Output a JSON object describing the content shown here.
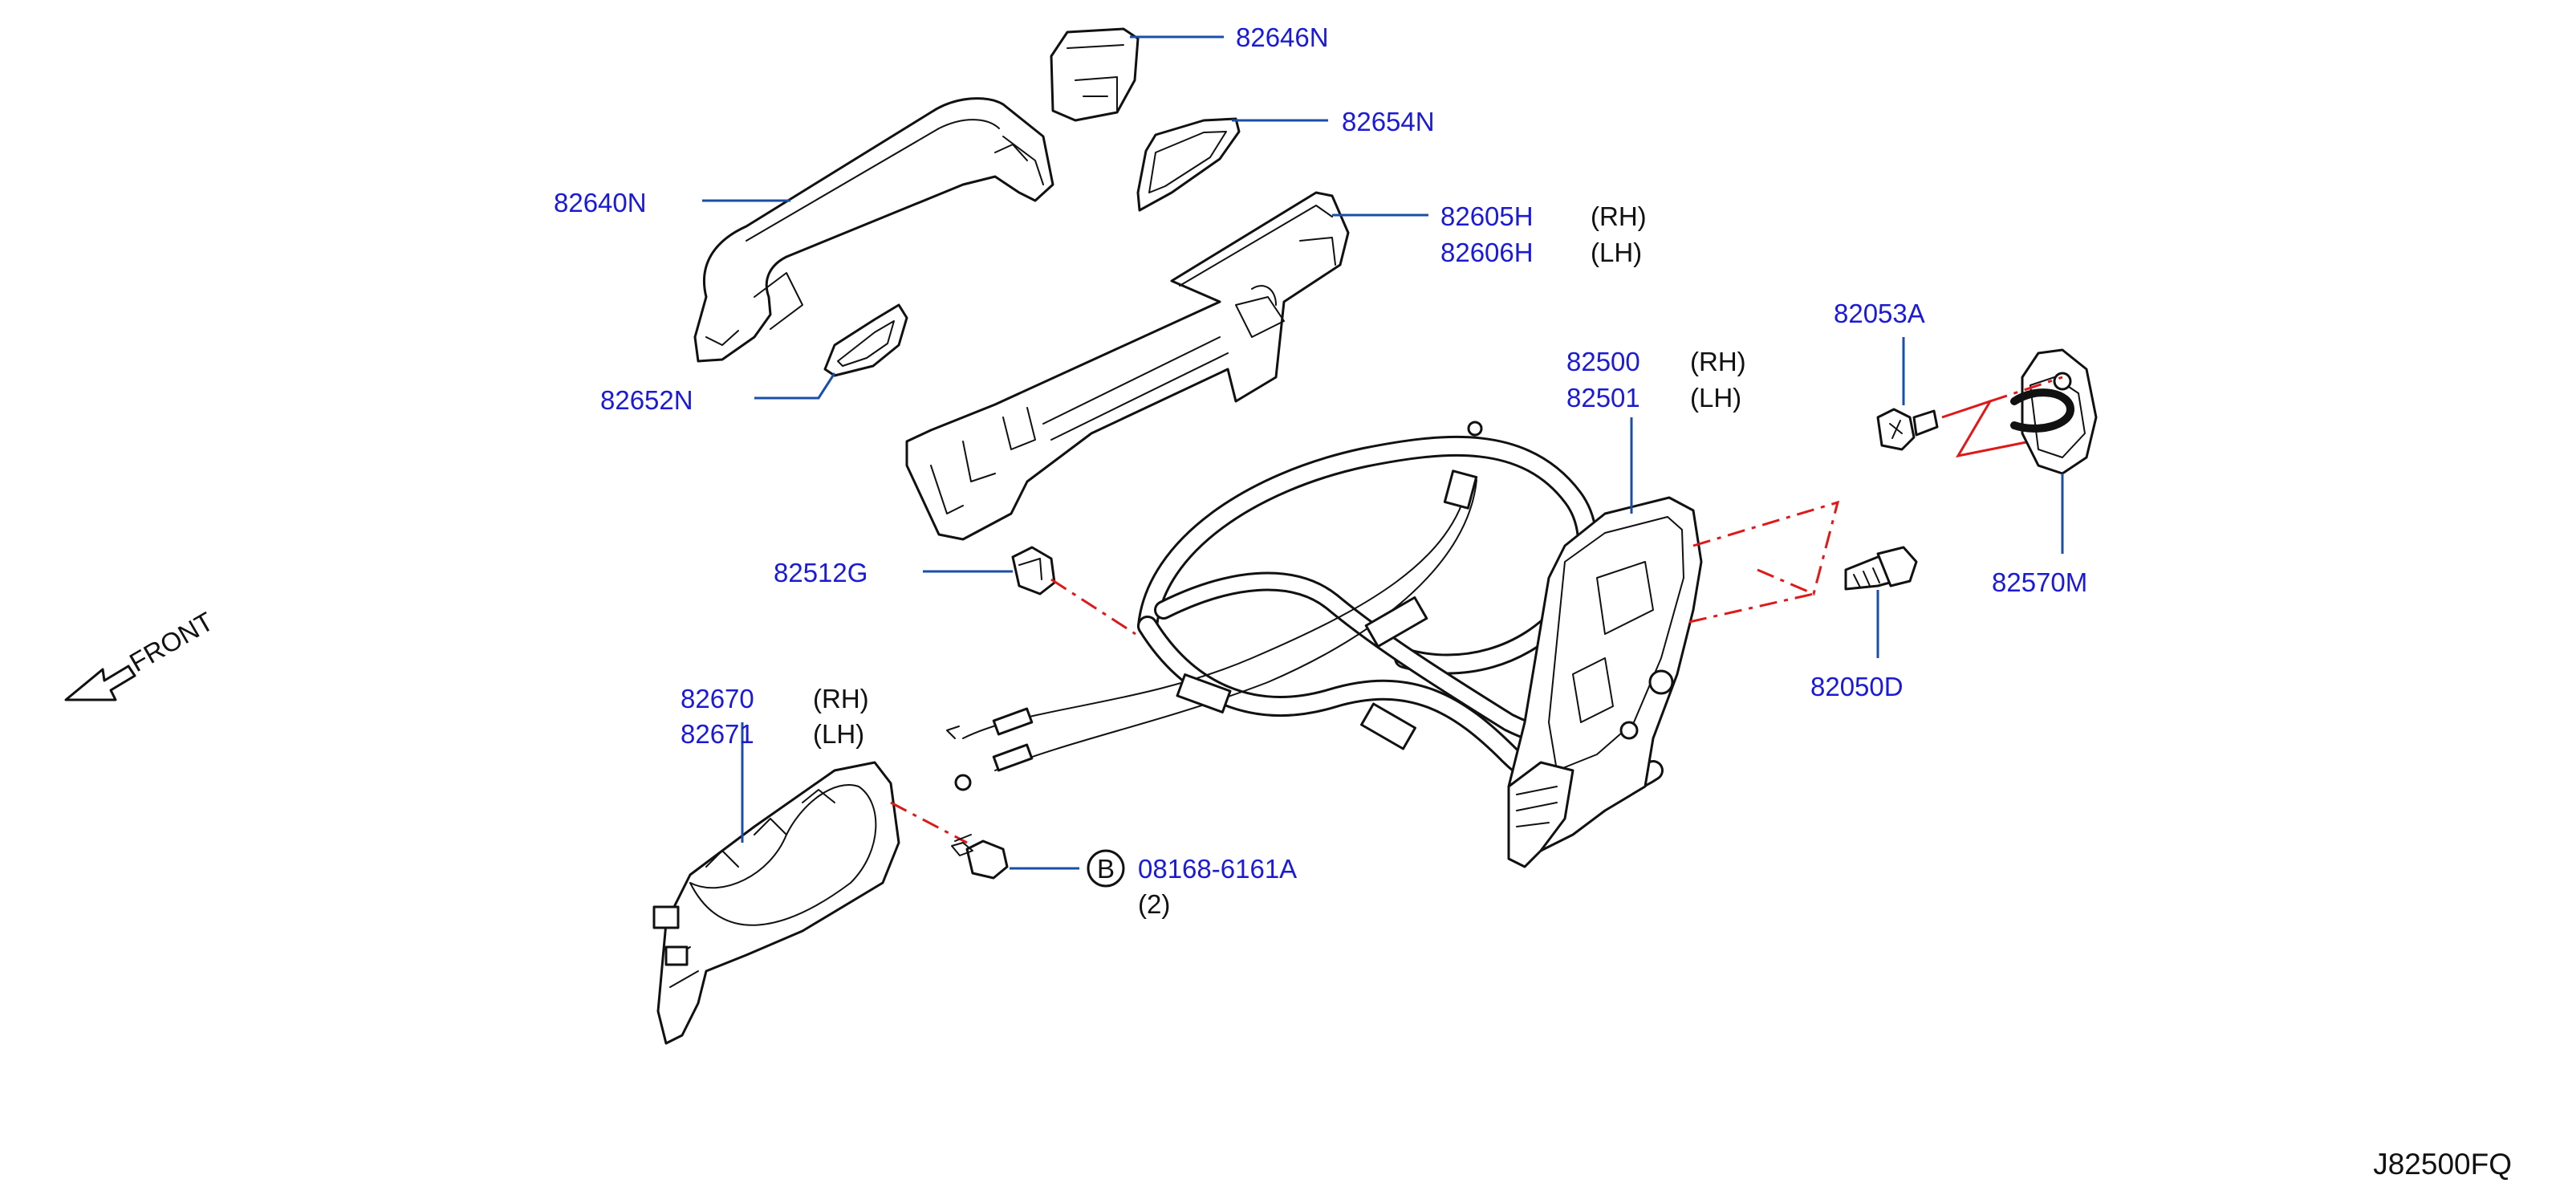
{
  "diagram_id": "J82500FQ",
  "direction_label": "FRONT",
  "parts": {
    "p82646N": {
      "num": "82646N"
    },
    "p82654N": {
      "num": "82654N"
    },
    "p82640N": {
      "num": "82640N"
    },
    "p82605H": {
      "num": "82605H",
      "side": "(RH)"
    },
    "p82606H": {
      "num": "82606H",
      "side": "(LH)"
    },
    "p82652N": {
      "num": "82652N"
    },
    "p82053A": {
      "num": "82053A"
    },
    "p82500": {
      "num": "82500",
      "side": "(RH)"
    },
    "p82501": {
      "num": "82501",
      "side": "(LH)"
    },
    "p82570M": {
      "num": "82570M"
    },
    "p82512G": {
      "num": "82512G"
    },
    "p82050D": {
      "num": "82050D"
    },
    "p82670": {
      "num": "82670",
      "side": "(RH)"
    },
    "p82671": {
      "num": "82671",
      "side": "(LH)"
    },
    "bolt": {
      "badge": "B",
      "num": "08168-6161A",
      "qty": "(2)"
    }
  },
  "colors": {
    "label": "#1a1ad8",
    "leader": "#1a4fa8",
    "centerline": "#e01818",
    "linework": "#111111"
  }
}
